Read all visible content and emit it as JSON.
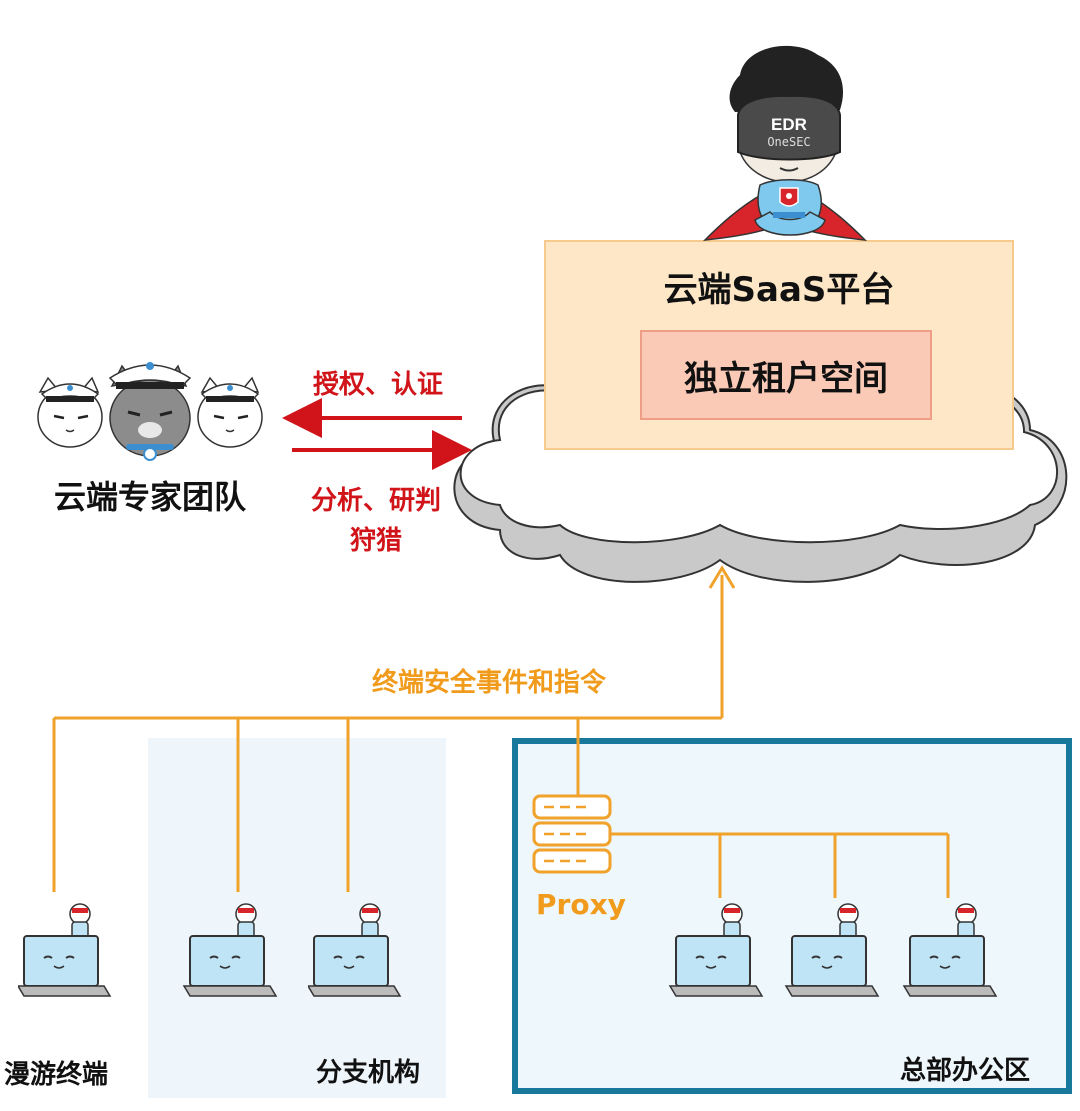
{
  "platform": {
    "title": "云端SaaS平台",
    "tenant": "独立租户空间"
  },
  "hero": {
    "visor_line1": "EDR",
    "visor_line2": "OneSEC"
  },
  "experts": {
    "label": "云端专家团队"
  },
  "links": {
    "to_experts": "授权、认证",
    "to_cloud_line1": "分析、研判",
    "to_cloud_line2": "狩猎",
    "events": "终端安全事件和指令"
  },
  "proxy": {
    "label": "Proxy"
  },
  "areas": {
    "roaming": "漫游终端",
    "branch": "分支机构",
    "hq": "总部办公区"
  },
  "colors": {
    "red": "#d01419",
    "orange": "#f19b1c",
    "teal": "#19799c",
    "platform": "#fde7c6",
    "tenant": "#fbcab6"
  }
}
